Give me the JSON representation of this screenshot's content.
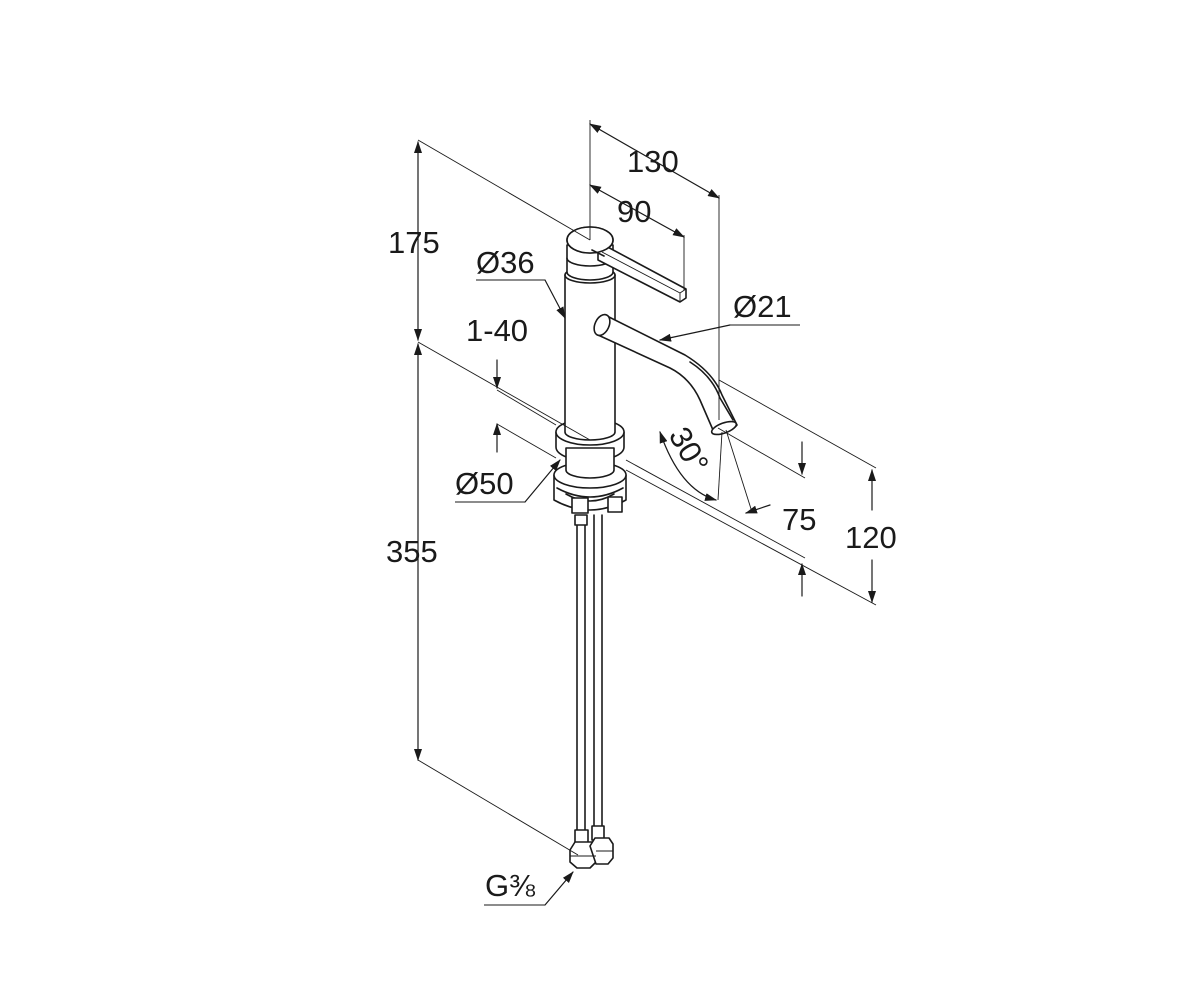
{
  "drawing": {
    "subject": "faucet",
    "dimensions": {
      "total_reach": "130",
      "lever_reach": "90",
      "lever_height": "175",
      "body_diameter": "Ø36",
      "spout_diameter": "Ø21",
      "deck_thickness": "1-40",
      "base_diameter": "Ø50",
      "spout_angle": "30°",
      "spout_offset": "75",
      "spout_height": "120",
      "hose_length": "355",
      "connection_thread": "G⅜"
    }
  }
}
